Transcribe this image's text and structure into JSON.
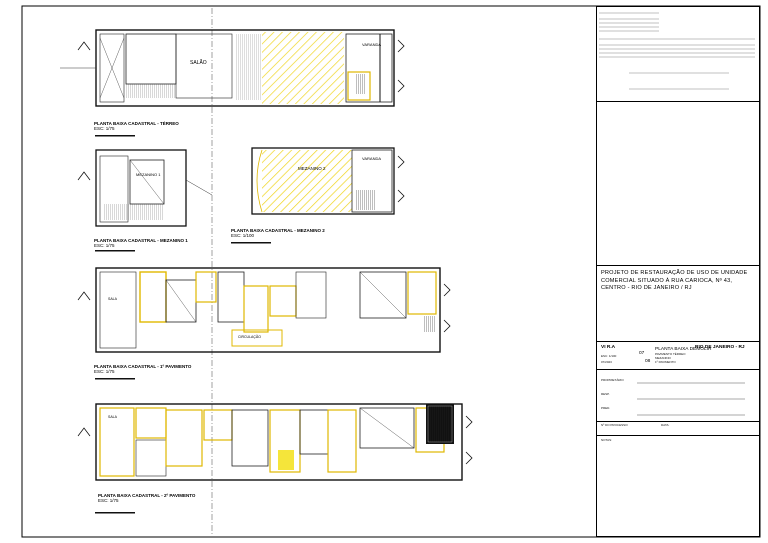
{
  "drawings": [
    {
      "room_label": "SALÃO",
      "caption": "PLANTA BAIXA CADASTRAL - TÉRREO",
      "scale": "ESC: 1/75"
    },
    {
      "room_label": "MEZANINO 1",
      "caption": "PLANTA BAIXA CADASTRAL - MEZANINO 1",
      "scale": "ESC: 1/75"
    },
    {
      "room_label": "MEZANINO 2",
      "caption": "PLANTA BAIXA CADASTRAL - MEZANINO 2",
      "scale": "ESC: 1/100"
    },
    {
      "room_label": "SALA",
      "caption": "PLANTA BAIXA CADASTRAL - 1º PAVIMENTO",
      "scale": "ESC: 1/75"
    },
    {
      "room_label": "SALA",
      "caption": "PLANTA BAIXA CADASTRAL - 2º PAVIMENTO",
      "scale": "ESC: 1/75"
    }
  ],
  "room_labels": {
    "varanda": "VARANDA",
    "salao": "SALÃO",
    "mezanino_2": "MEZANINO 2",
    "circulacao": "CIRCULAÇÃO"
  },
  "title_block": {
    "project_title": "PROJETO DE RESTAURAÇÃO DE USO DE UNIDADE COMERCIAL SITUADO À RUA CARIOCA, Nº 43, CENTRO - RIO DE JANEIRO / RJ",
    "office": "VI R.A",
    "city": "RIO DE JANEIRO - RJ",
    "sheet_number": "07",
    "sheet_total": "08",
    "sheet_title": "PLANTA BAIXA DEMOLIR",
    "sheet_contents": [
      "PAVIMENTO TÉRREO",
      "MEZANINO",
      "1º PAVIMENTO"
    ],
    "scale_label": "ESC: 1/100",
    "date_label": "07/2023",
    "fields": {
      "proprietario": "PROPRIETÁRIO",
      "resp": "RESP.",
      "pred": "PRED.",
      "process": "Nº DO PROCESSO:",
      "data": "DATA:",
      "notes": "NOTAS:"
    }
  },
  "colors": {
    "hatch": "#f5e53a",
    "wall": "#111111",
    "frame": "#000000"
  }
}
